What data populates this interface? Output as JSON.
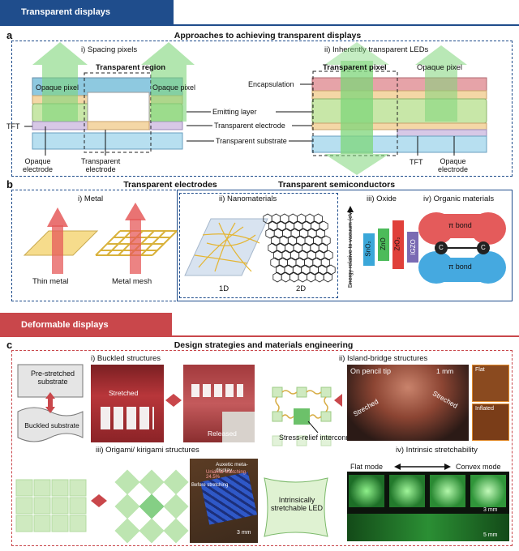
{
  "banners": {
    "transparent": "Transparent displays",
    "deformable": "Deformable displays"
  },
  "panel_a": {
    "letter": "a",
    "title": "Approaches to achieving transparent displays",
    "left": {
      "subtitle": "i) Spacing pixels",
      "transparent_region": "Transparent region",
      "opaque_pixel_left": "Opaque pixel",
      "opaque_pixel_right": "Opaque pixel",
      "tft": "TFT",
      "opaque_electrode": "Opaque\nelectrode",
      "transparent_electrode": "Transparent\nelectrode"
    },
    "center_labels": {
      "encapsulation": "Encapsulation",
      "emitting_layer": "Emitting layer",
      "transparent_electrode": "Transparent electrode",
      "transparent_substrate": "Transparent substrate"
    },
    "right": {
      "subtitle": "ii) Inherently transparent LEDs",
      "transparent_pixel": "Transparent pixel",
      "opaque_pixel": "Opaque pixel",
      "tft": "TFT",
      "opaque_electrode": "Opaque\nelectrode"
    }
  },
  "panel_b": {
    "letter": "b",
    "electrodes_title": "Transparent electrodes",
    "semiconductors_title": "Transparent semiconductors",
    "metal": {
      "subtitle": "i) Metal",
      "thin": "Thin metal",
      "mesh": "Metal mesh"
    },
    "nano": {
      "subtitle": "ii) Nanomaterials",
      "one_d": "1D",
      "two_d": "2D"
    },
    "oxide": {
      "subtitle": "iii) Oxide",
      "axis": "Energy relative to vacuum (eV)",
      "materials": [
        "SnO₂",
        "ZnO",
        "ZrO₂",
        "IGZO"
      ],
      "colors": [
        "#3aa7d9",
        "#4cbb5a",
        "#e0403a",
        "#7a6bb3"
      ]
    },
    "organic": {
      "subtitle": "iv) Organic materials",
      "pi_bond_top": "π bond",
      "pi_bond_bottom": "π bond",
      "atom": "C"
    }
  },
  "panel_c": {
    "letter": "c",
    "title": "Design strategies and materials engineering",
    "buckled": {
      "subtitle": "i) Buckled structures",
      "prestretched": "Pre-stretched\nsubstrate",
      "buckled": "Buckled substrate",
      "stretched": "Stretched",
      "released": "Released"
    },
    "island": {
      "subtitle": "ii) Island-bridge structures",
      "interconnects": "Stress-relief interconnects",
      "pencil": "On pencil tip",
      "scale": "1 mm",
      "stretched_left": "Streched",
      "stretched_right": "Streched",
      "flat": "Flat",
      "inflated": "Inflated"
    },
    "origami": {
      "subtitle": "iii) Origami/ kirigami structures",
      "photo_title": "Auxetic meta-display",
      "before": "Before stretching",
      "uniaxial": "Uniaxial stretching, 24.5%",
      "scale": "3 mm"
    },
    "intrinsic": {
      "subtitle": "iv) Intrinsic stretchability",
      "led": "Intrinsically\nstretchable LED",
      "flat_mode": "Flat mode",
      "convex_mode": "Convex mode",
      "scale_top": "3 mm",
      "scale_bottom": "5 mm"
    }
  }
}
